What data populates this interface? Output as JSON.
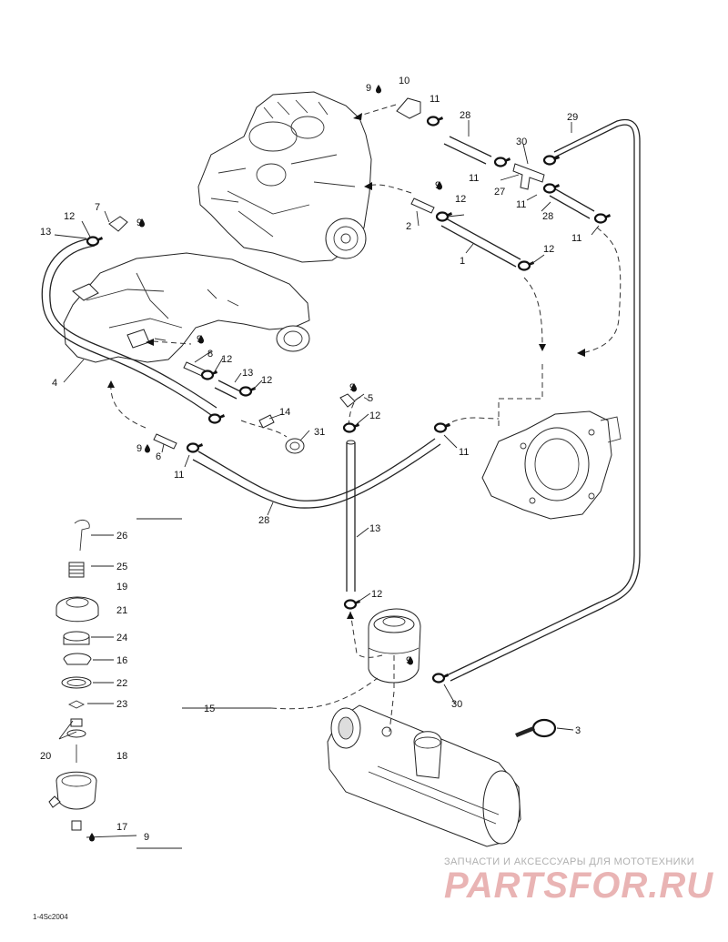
{
  "figure_code": "1-4Sc2004",
  "watermark": {
    "subtitle": "ЗАПЧАСТИ И АКСЕССУАРЫ ДЛЯ МОТОТЕХНИКИ",
    "logo_text": "PARTSFOR.RU"
  },
  "part_labels": {
    "p1": "1",
    "p2": "2",
    "p3": "3",
    "p4": "4",
    "p5": "5",
    "p6": "6",
    "p7": "7",
    "p8": "8",
    "p9": "9",
    "p10": "10",
    "p11": "11",
    "p12": "12",
    "p13": "13",
    "p14": "14",
    "p15": "15",
    "p16": "16",
    "p17": "17",
    "p18": "18",
    "p19": "19",
    "p20": "20",
    "p21": "21",
    "p22": "22",
    "p23": "23",
    "p24": "24",
    "p25": "25",
    "p26": "26",
    "p27": "27",
    "p28": "28",
    "p29": "29",
    "p30": "30",
    "p31": "31"
  },
  "icons": {
    "lubricant": "oil-drop-icon",
    "flow_direction": "arrowhead-icon"
  }
}
